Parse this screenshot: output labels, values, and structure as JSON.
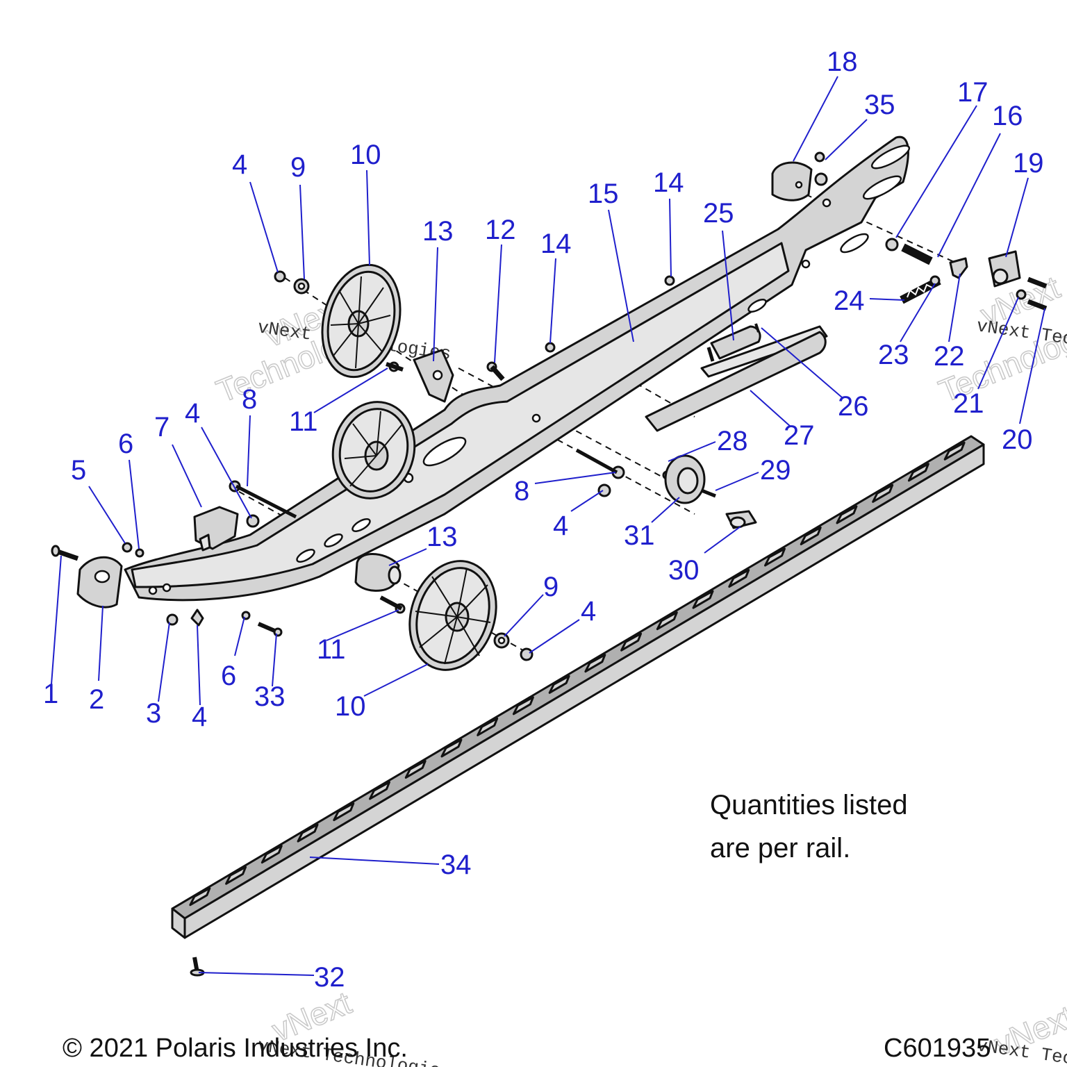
{
  "note": {
    "line1": "Quantities listed",
    "line2": "are per rail."
  },
  "footer": {
    "copyright": "© 2021 Polaris Industries Inc.",
    "drawing_id": "C601935"
  },
  "watermark": {
    "brand_line1": "vNext",
    "brand_line2": "Technologies",
    "brand_full": "vNext Technologies"
  },
  "callouts": [
    {
      "id": "c1",
      "label": "1"
    },
    {
      "id": "c2",
      "label": "2"
    },
    {
      "id": "c3",
      "label": "3"
    },
    {
      "id": "c4a",
      "label": "4"
    },
    {
      "id": "c4b",
      "label": "4"
    },
    {
      "id": "c4c",
      "label": "4"
    },
    {
      "id": "c4d",
      "label": "4"
    },
    {
      "id": "c4e",
      "label": "4"
    },
    {
      "id": "c5",
      "label": "5"
    },
    {
      "id": "c6a",
      "label": "6"
    },
    {
      "id": "c6b",
      "label": "6"
    },
    {
      "id": "c7",
      "label": "7"
    },
    {
      "id": "c8a",
      "label": "8"
    },
    {
      "id": "c8b",
      "label": "8"
    },
    {
      "id": "c9a",
      "label": "9"
    },
    {
      "id": "c9b",
      "label": "9"
    },
    {
      "id": "c10a",
      "label": "10"
    },
    {
      "id": "c10b",
      "label": "10"
    },
    {
      "id": "c11a",
      "label": "11"
    },
    {
      "id": "c11b",
      "label": "11"
    },
    {
      "id": "c12",
      "label": "12"
    },
    {
      "id": "c13a",
      "label": "13"
    },
    {
      "id": "c13b",
      "label": "13"
    },
    {
      "id": "c14a",
      "label": "14"
    },
    {
      "id": "c14b",
      "label": "14"
    },
    {
      "id": "c15",
      "label": "15"
    },
    {
      "id": "c16",
      "label": "16"
    },
    {
      "id": "c17",
      "label": "17"
    },
    {
      "id": "c18",
      "label": "18"
    },
    {
      "id": "c19",
      "label": "19"
    },
    {
      "id": "c20",
      "label": "20"
    },
    {
      "id": "c21",
      "label": "21"
    },
    {
      "id": "c22",
      "label": "22"
    },
    {
      "id": "c23",
      "label": "23"
    },
    {
      "id": "c24",
      "label": "24"
    },
    {
      "id": "c25",
      "label": "25"
    },
    {
      "id": "c26",
      "label": "26"
    },
    {
      "id": "c27",
      "label": "27"
    },
    {
      "id": "c28",
      "label": "28"
    },
    {
      "id": "c29",
      "label": "29"
    },
    {
      "id": "c30",
      "label": "30"
    },
    {
      "id": "c31",
      "label": "31"
    },
    {
      "id": "c32",
      "label": "32"
    },
    {
      "id": "c33",
      "label": "33"
    },
    {
      "id": "c34",
      "label": "34"
    },
    {
      "id": "c35",
      "label": "35"
    }
  ]
}
